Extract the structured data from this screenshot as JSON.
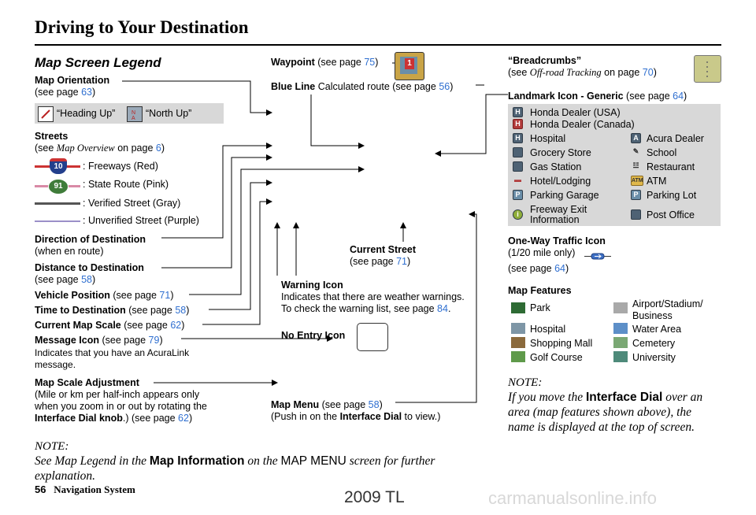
{
  "header": {
    "title": "Driving to Your Destination"
  },
  "section_title": "Map Screen Legend",
  "map_orientation": {
    "label": "Map Orientation",
    "see": "(see page ",
    "page": "63",
    "close": ")",
    "heading_up": "“Heading Up”",
    "north_up": "“North Up”"
  },
  "streets": {
    "label": "Streets",
    "see": "(see ",
    "ref": "Map Overview",
    "on": " on page ",
    "page": "6",
    "close": ")",
    "freeway_shield": "10",
    "state_shield": "91",
    "freeways": ": Freeways (Red)",
    "state": ": State Route (Pink)",
    "verified": ": Verified Street (Gray)",
    "unverified": ": Unverified Street (Purple)"
  },
  "direction": {
    "label": "Direction of Destination",
    "sub": "(when en route)"
  },
  "distance": {
    "label": "Distance to Destination",
    "see": "(see page ",
    "page": "58",
    "close": ")"
  },
  "vehicle": {
    "label": "Vehicle Position",
    "see": " (see page ",
    "page": "71",
    "close": ")"
  },
  "time": {
    "label": "Time to Destination",
    "see": " (see page ",
    "page": "58",
    "close": ")"
  },
  "scale": {
    "label": "Current Map Scale",
    "see": " (see page ",
    "page": "62",
    "close": ")"
  },
  "message": {
    "label": "Message Icon",
    "see": " (see page ",
    "page": "79",
    "close": ")",
    "desc1": "Indicates that you have an AcuraLink",
    "desc2": "message."
  },
  "scale_adj": {
    "label": "Map Scale Adjustment",
    "l1": "(Mile or km per half-inch appears only",
    "l2": "when you zoom in or out by rotating the",
    "l3b": "Interface Dial knob",
    "l3": ".) (see page ",
    "page": "62",
    "close": ")"
  },
  "waypoint": {
    "label": "Waypoint",
    "see": " (see page ",
    "page": "75",
    "close": ")",
    "flag": "1"
  },
  "blue_line": {
    "label": "Blue Line",
    "desc": " Calculated route (see page ",
    "page": "56",
    "close": ")"
  },
  "current_street": {
    "label": "Current Street",
    "see": "(see page ",
    "page": "71",
    "close": ")"
  },
  "warning": {
    "label": "Warning Icon",
    "l1": "Indicates that there are weather warnings.",
    "l2": "To check the warning list, see page ",
    "page": "84",
    "close": "."
  },
  "no_entry": {
    "label": "No Entry Icon"
  },
  "map_menu": {
    "label": "Map Menu",
    "see": " (see page ",
    "page": "58",
    "close": ")",
    "l2a": "(Push in on the ",
    "l2b": "Interface Dial",
    "l2c": " to view.)"
  },
  "breadcrumbs": {
    "label": "“Breadcrumbs”",
    "see": "(see ",
    "ref": "Off-road Tracking",
    "on": " on page ",
    "page": "70",
    "close": ")"
  },
  "landmark": {
    "label": "Landmark Icon - Generic",
    "see": " (see page ",
    "page": "64",
    "close": ")",
    "usa": "Honda Dealer (USA)",
    "canada": "Honda Dealer (Canada)",
    "items": [
      {
        "left": "Hospital",
        "right": "Acura Dealer"
      },
      {
        "left": "Grocery Store",
        "right": "School"
      },
      {
        "left": "Gas Station",
        "right": "Restaurant"
      },
      {
        "left": "Hotel/Lodging",
        "right": "ATM"
      },
      {
        "left": "Parking Garage",
        "right": "Parking Lot"
      }
    ],
    "freeway1": "Freeway Exit",
    "freeway2": "Information",
    "post": "Post Office"
  },
  "oneway": {
    "label": "One-Way Traffic Icon",
    "sub": "(1/20 mile only)",
    "see": "(see page ",
    "page": "64",
    "close": ")"
  },
  "features": {
    "label": "Map Features",
    "items": [
      {
        "left": "Park",
        "lc": "#2e6b34",
        "right1": "Airport/Stadium/",
        "right2": "Business",
        "rc": "#a9a9a9"
      },
      {
        "left": "Hospital",
        "lc": "#7e96a6",
        "right1": "Water Area",
        "right2": "",
        "rc": "#5d8fc8"
      },
      {
        "left": "Shopping Mall",
        "lc": "#8b6a3c",
        "right1": "Cemetery",
        "right2": "",
        "rc": "#7aa874"
      },
      {
        "left": "Golf Course",
        "lc": "#5f9a4a",
        "right1": "University",
        "right2": "",
        "rc": "#4e8a7a"
      }
    ]
  },
  "note_right": {
    "h": "NOTE:",
    "l1a": "If you move the ",
    "l1b": "Interface Dial",
    "l1c": " over an",
    "l2": "area (map features shown above), the",
    "l3": "name is displayed at the top of screen."
  },
  "note_bottom": {
    "h": "NOTE:",
    "l1a": "See Map Legend in the ",
    "l1b": "Map Information",
    "l1c": " on the ",
    "l1d": "MAP MENU",
    "l1e": " screen for further",
    "l2": "explanation."
  },
  "footer": {
    "page": "56",
    "name": "Navigation System"
  },
  "watermark": "2009  TL",
  "watermark_site": "carmanualsonline.info"
}
